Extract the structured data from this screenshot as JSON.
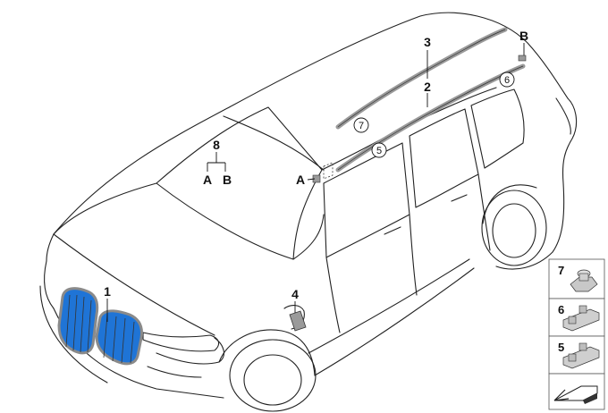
{
  "colors": {
    "grille_highlight": "#1f74d6",
    "grille_frame": "#8a8a8a",
    "rail": "#9a9a9a",
    "line": "#222222"
  },
  "callouts": {
    "c1": "1",
    "c2": "2",
    "c3": "3",
    "c4": "4",
    "c8": "8",
    "c8a": "A",
    "c8b": "B",
    "cA": "A",
    "cB": "B",
    "c5": "5",
    "c6": "6",
    "c7": "7"
  },
  "panel": {
    "items": [
      {
        "number": "7",
        "icon": "nut-icon"
      },
      {
        "number": "6",
        "icon": "clip-icon"
      },
      {
        "number": "5",
        "icon": "clip-icon"
      }
    ],
    "footer_icon": "arrow-pointer-icon"
  }
}
